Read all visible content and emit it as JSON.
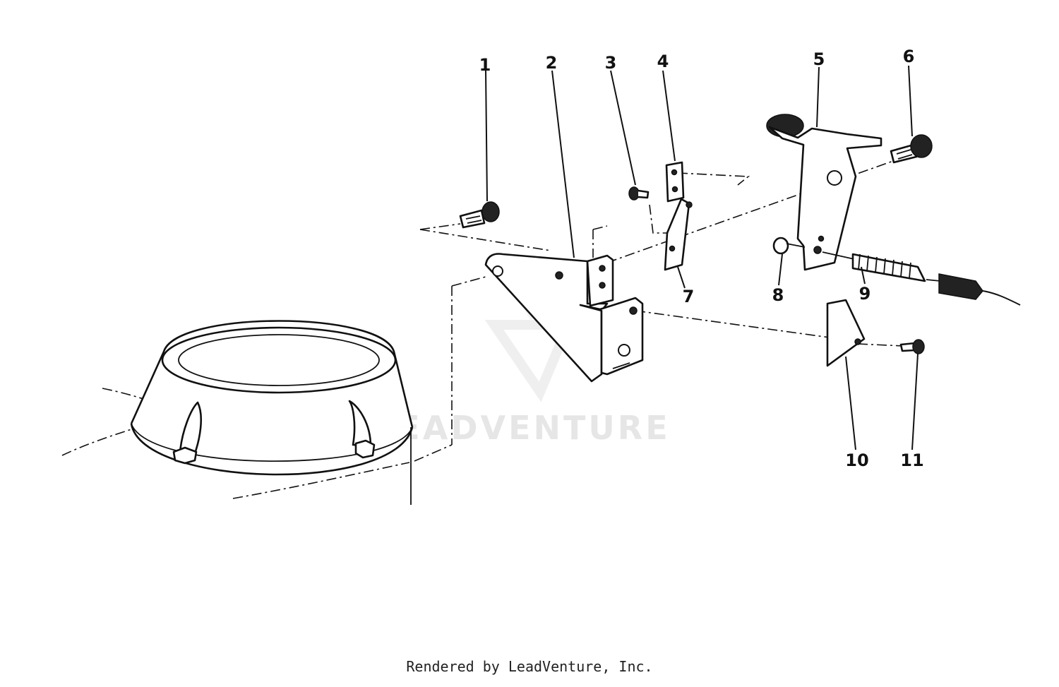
{
  "callouts": [
    {
      "id": "1",
      "label": "1"
    },
    {
      "id": "2",
      "label": "2"
    },
    {
      "id": "3",
      "label": "3"
    },
    {
      "id": "4",
      "label": "4"
    },
    {
      "id": "5",
      "label": "5"
    },
    {
      "id": "6",
      "label": "6"
    },
    {
      "id": "7",
      "label": "7"
    },
    {
      "id": "8",
      "label": "8"
    },
    {
      "id": "9",
      "label": "9"
    },
    {
      "id": "10",
      "label": "10"
    },
    {
      "id": "11",
      "label": "11"
    }
  ],
  "watermark": {
    "text": "LEADVENTURE"
  },
  "footer": {
    "text": "Rendered by LeadVenture, Inc."
  }
}
